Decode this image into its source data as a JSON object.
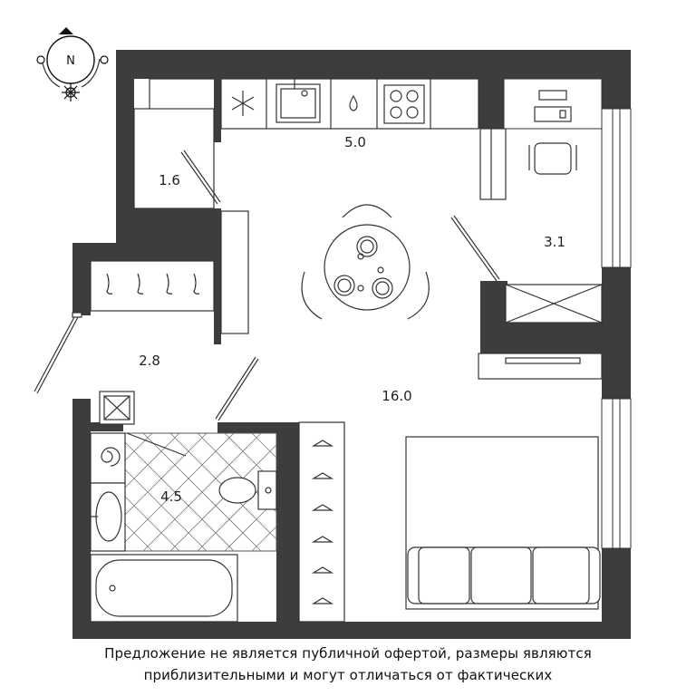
{
  "compass": {
    "letter": "N"
  },
  "rooms": [
    {
      "id": "kitchen",
      "area": "5.0"
    },
    {
      "id": "hall-closet",
      "area": "1.6"
    },
    {
      "id": "balcony",
      "area": "3.1"
    },
    {
      "id": "hallway",
      "area": "2.8"
    },
    {
      "id": "living-room",
      "area": "16.0"
    },
    {
      "id": "bathroom",
      "area": "4.5"
    }
  ],
  "disclaimer": {
    "line1": "Предложение не является публичной офертой, размеры являются",
    "line2": "приблизительными и могут отличаться от фактических"
  },
  "colors": {
    "wall": "#3d3d3d",
    "line": "#333333",
    "background": "#ffffff"
  }
}
